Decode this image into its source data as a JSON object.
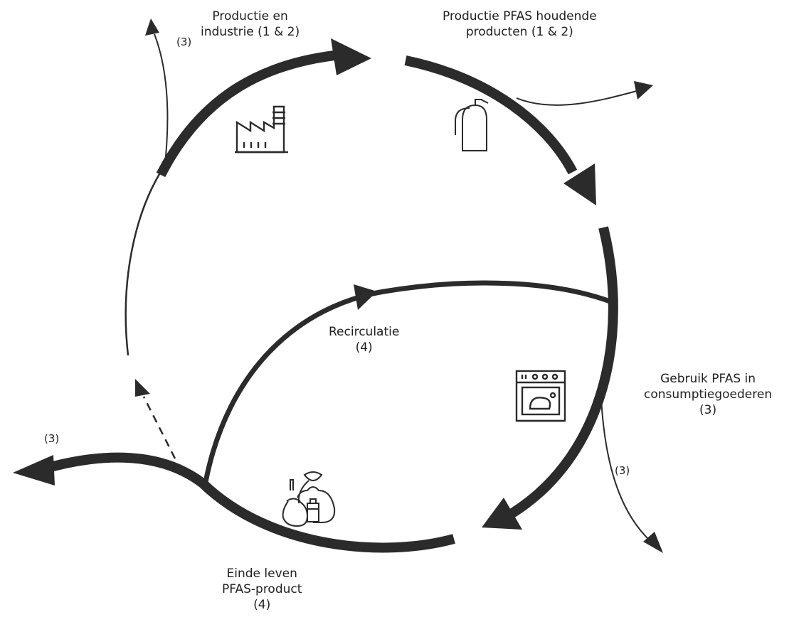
{
  "stages": {
    "production": {
      "line1": "Productie en",
      "line2": "industrie (1 & 2)"
    },
    "products": {
      "line1": "Productie PFAS houdende",
      "line2": "producten (1 & 2)"
    },
    "consumer": {
      "line1": "Gebruik PFAS in",
      "line2": "consumptiegoederen",
      "line3": "(3)"
    },
    "end_of_life": {
      "line1": "Einde leven",
      "line2": "PFAS-product",
      "line3": "(4)"
    },
    "recirculation": {
      "line1": "Recirculatie",
      "line2": "(4)"
    }
  },
  "emission_labels": {
    "top_left": "(3)",
    "left": "(3)",
    "right": "(3)"
  },
  "icons": {
    "production": "factory-icon",
    "products": "fire-extinguisher-icon",
    "consumer": "oven-icon",
    "end_of_life": "waste-bags-icon"
  },
  "colors": {
    "stroke": "#2b2b2b",
    "text": "#1f1f1f"
  }
}
